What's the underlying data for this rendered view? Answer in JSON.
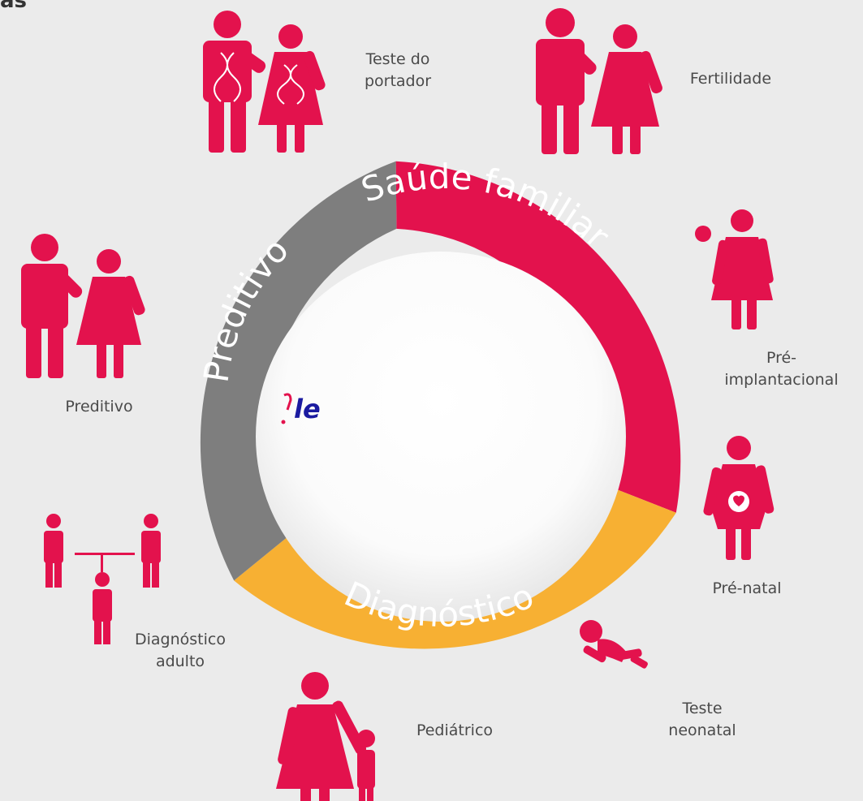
{
  "corner_fragment": "as",
  "ring": {
    "segments": [
      {
        "label": "Saúde familiar",
        "color": "#e3124d"
      },
      {
        "label": "Diagnóstico",
        "color": "#f7b033"
      },
      {
        "label": "Preditivo",
        "color": "#7e7e7e"
      }
    ],
    "center_logo_text": "le"
  },
  "icons": [
    {
      "name": "carrier-test",
      "label_line1": "Teste do",
      "label_line2": "portador"
    },
    {
      "name": "fertility",
      "label_line1": "Fertilidade",
      "label_line2": ""
    },
    {
      "name": "preimplantation",
      "label_line1": "Pré-",
      "label_line2": "implantacional"
    },
    {
      "name": "prenatal",
      "label_line1": "Pré-natal",
      "label_line2": ""
    },
    {
      "name": "newborn-screening",
      "label_line1": "Teste",
      "label_line2": "neonatal"
    },
    {
      "name": "pediatric",
      "label_line1": "Pediátrico",
      "label_line2": ""
    },
    {
      "name": "adult-diagnostic",
      "label_line1": "Diagnóstico",
      "label_line2": "adulto"
    },
    {
      "name": "predictive",
      "label_line1": "Preditivo",
      "label_line2": ""
    }
  ],
  "colors": {
    "icon": "#e3124d",
    "background": "#ebebeb",
    "text": "#4a4a4a"
  }
}
